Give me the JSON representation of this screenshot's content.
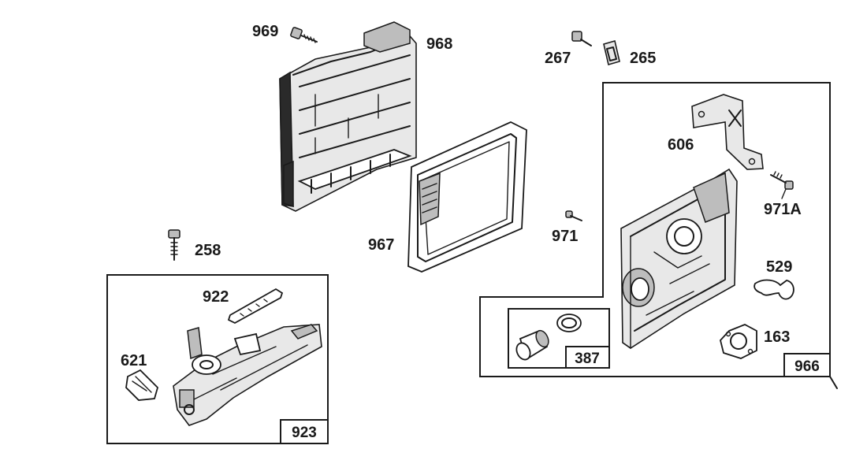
{
  "callouts": {
    "p969": "969",
    "p968": "968",
    "p267": "267",
    "p265": "265",
    "p606": "606",
    "p971a": "971A",
    "p967": "967",
    "p971": "971",
    "p258": "258",
    "p529": "529",
    "p922": "922",
    "p163": "163",
    "p621": "621"
  },
  "boxes": {
    "b923": "923",
    "b387": "387",
    "b966": "966"
  }
}
